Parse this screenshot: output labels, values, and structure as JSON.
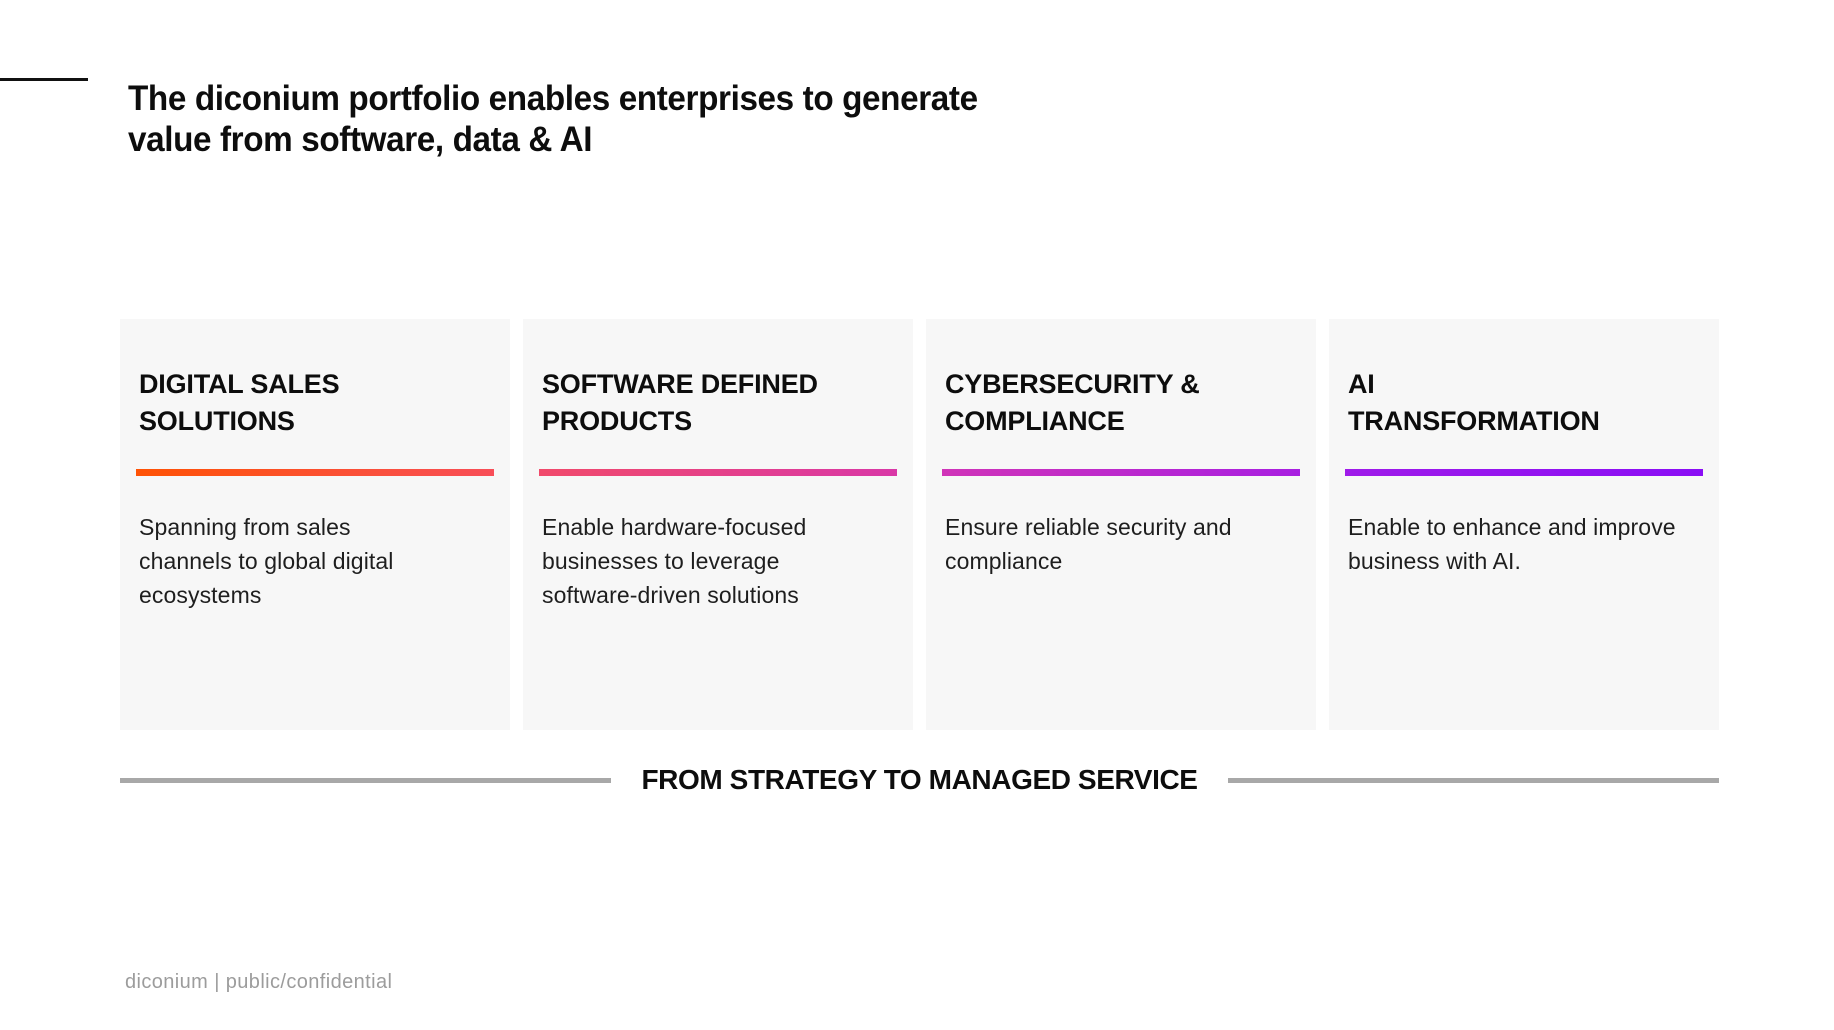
{
  "page": {
    "title_line": "The diconium portfolio enables enterprises to generate\nvalue from software, data & AI",
    "banner_label": "FROM STRATEGY TO MANAGED SERVICE",
    "footer_text": "diconium | public/confidential"
  },
  "colors": {
    "page_background": "#ffffff",
    "card_background": "#f7f7f7",
    "heading_text": "#0d0d0d",
    "body_text": "#1e1e1e",
    "divider_gray": "#a8a8a8",
    "footer_gray": "#9c9c9c",
    "brand_gradient_start": "#ff5305",
    "brand_gradient_end": "#8a0ef5"
  },
  "cards": [
    {
      "title": "DIGITAL SALES\nSOLUTIONS",
      "description": "Spanning from sales\nchannels to global digital\necosystems",
      "bar_gradient": [
        "#ff5305",
        "#f84e58"
      ]
    },
    {
      "title": "SOFTWARE DEFINED\nPRODUCTS",
      "description": "Enable hardware-focused\nbusinesses to leverage\nsoftware-driven solutions",
      "bar_gradient": [
        "#f14a6b",
        "#d938a7"
      ]
    },
    {
      "title": "CYBERSECURITY &\nCOMPLIANCE",
      "description": "Ensure reliable security and\ncompliance",
      "bar_gradient": [
        "#d034b8",
        "#a81fe1"
      ]
    },
    {
      "title": "AI\nTRANSFORMATION",
      "description": "Enable to enhance and improve\nbusiness with AI.",
      "bar_gradient": [
        "#9f1be9",
        "#8a0ef5"
      ]
    }
  ]
}
